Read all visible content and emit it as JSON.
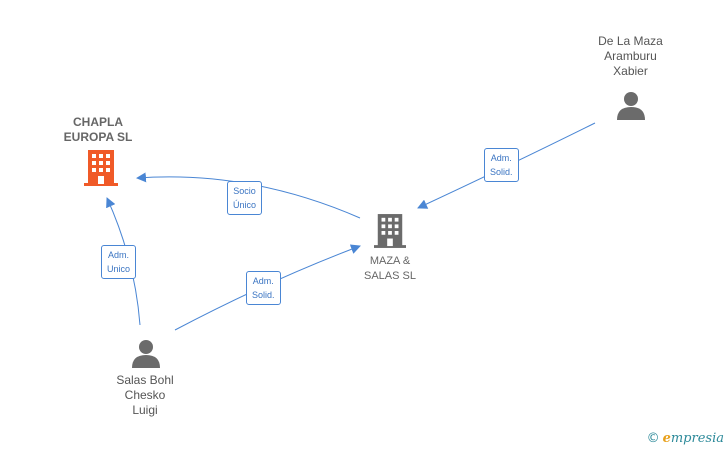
{
  "nodes": {
    "chapla": {
      "label": "CHAPLA\nEUROPA SL",
      "color": "#f05a28"
    },
    "maza": {
      "label": "MAZA &\nSALAS SL",
      "color": "#6b6b6b"
    },
    "delamaza": {
      "label": "De La Maza\nAramburu\nXabier",
      "color": "#6b6b6b"
    },
    "salas": {
      "label": "Salas Bohl\nChesko\nLuigi",
      "color": "#6b6b6b"
    }
  },
  "edges": {
    "socio_unico": "Socio\nÚnico",
    "adm_unico": "Adm.\nUnico",
    "adm_solid_1": "Adm.\nSolid.",
    "adm_solid_2": "Adm.\nSolid."
  },
  "colors": {
    "edge": "#4a86d4"
  },
  "watermark": {
    "copyright": "©",
    "brand_initial": "e",
    "brand_rest": "mpresia"
  }
}
